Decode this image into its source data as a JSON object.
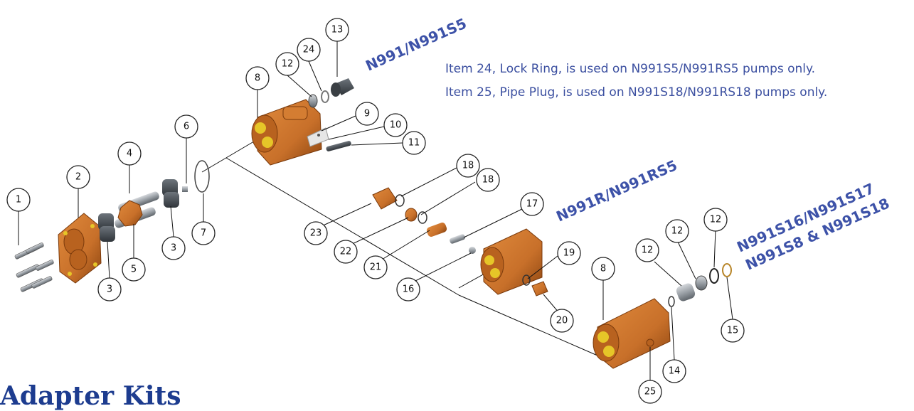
{
  "model_labels": {
    "top": "N991/N991S5",
    "middle": "N991R/N991RS5",
    "right_line1": "N991S16/N991S17",
    "right_line2": "N991S8 & N991S18"
  },
  "notes": {
    "item24": "Item 24, Lock Ring, is used on N991S5/N991RS5 pumps only.",
    "item25": "Item 25, Pipe Plug, is used on N991S18/N991RS18 pumps only."
  },
  "section_heading": "Adapter Kits",
  "callouts": {
    "c1": "1",
    "c2": "2",
    "c3a": "3",
    "c3b": "3",
    "c4": "4",
    "c5": "5",
    "c6": "6",
    "c7": "7",
    "c8a": "8",
    "c8b": "8",
    "c9": "9",
    "c10": "10",
    "c11": "11",
    "c12a": "12",
    "c12b": "12",
    "c12c": "12",
    "c12d": "12",
    "c13": "13",
    "c14": "14",
    "c15": "15",
    "c16": "16",
    "c17": "17",
    "c18a": "18",
    "c18b": "18",
    "c19": "19",
    "c20": "20",
    "c21": "21",
    "c22": "22",
    "c23": "23",
    "c24": "24",
    "c25": "25"
  },
  "colors": {
    "part_bronze": "#c8702a",
    "part_shadow": "#8a4410",
    "port_yellow": "#e6c628",
    "label_blue": "#3d52a8",
    "heading_blue": "#1d3c8f",
    "steel_gray": "#9aa0a6"
  }
}
